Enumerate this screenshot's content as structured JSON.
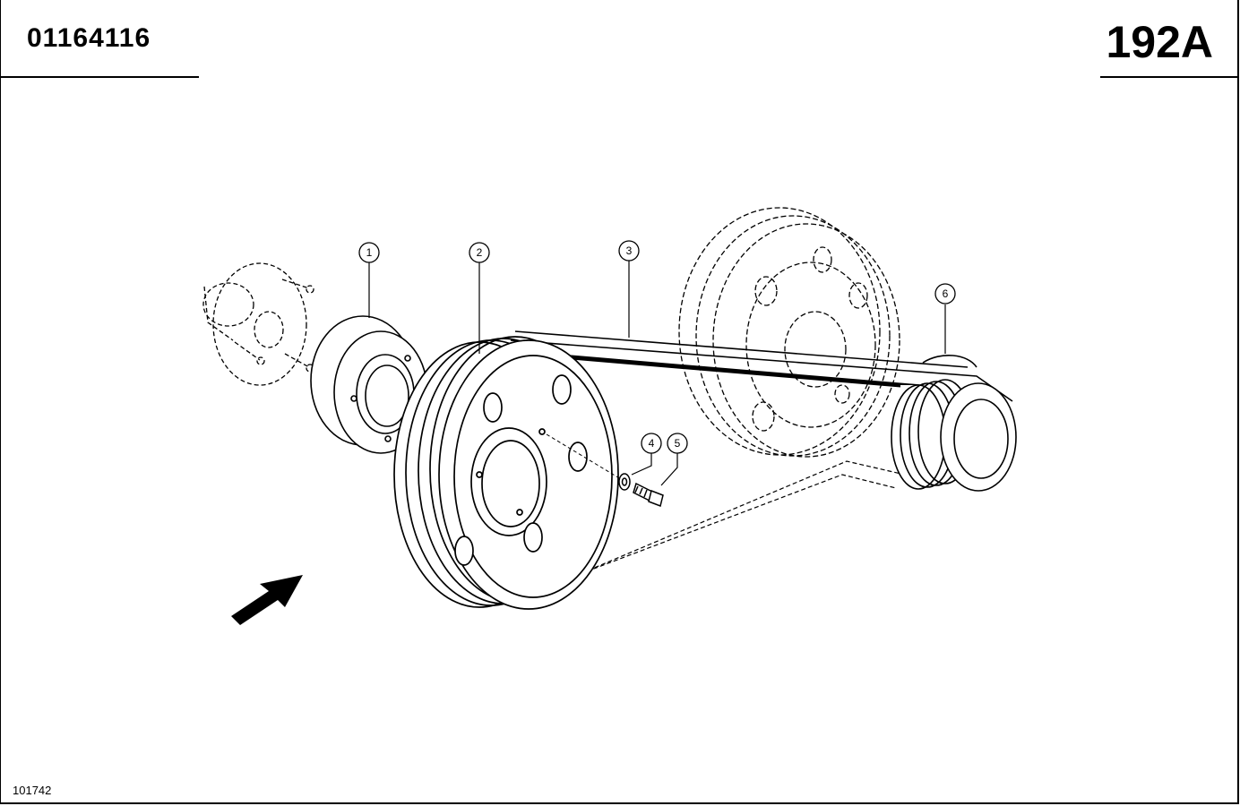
{
  "header": {
    "part_number": "01164116",
    "page_code": "192A"
  },
  "footer": {
    "reference": "101742"
  },
  "callouts": [
    "1",
    "2",
    "3",
    "4",
    "5",
    "6"
  ],
  "colors": {
    "ink": "#000000",
    "paper": "#ffffff"
  }
}
